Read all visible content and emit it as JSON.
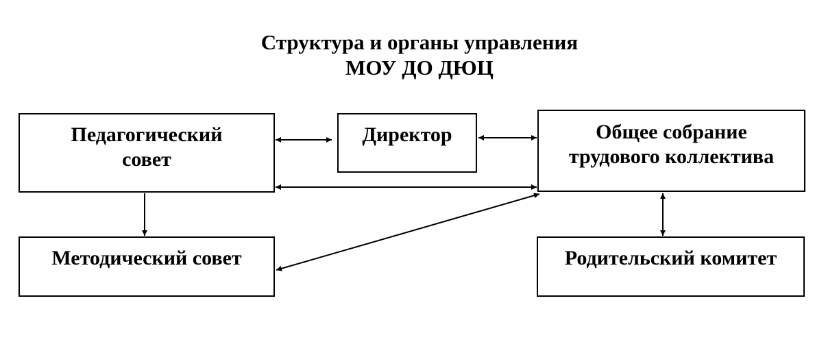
{
  "title": {
    "line1": "Структура и органы управления",
    "line2": "МОУ ДО ДЮЦ"
  },
  "nodes": {
    "pedagogical_council": "Педагогический\nсовет",
    "director": "Директор",
    "general_assembly": "Общее собрание\nтрудового коллектива",
    "methodical_council": "Методический совет",
    "parent_committee": "Родительский комитет"
  },
  "edges": [
    {
      "from": "pedagogical_council",
      "to": "director",
      "direction": "both"
    },
    {
      "from": "director",
      "to": "general_assembly",
      "direction": "both"
    },
    {
      "from": "pedagogical_council",
      "to": "general_assembly",
      "direction": "both"
    },
    {
      "from": "pedagogical_council",
      "to": "methodical_council",
      "direction": "forward"
    },
    {
      "from": "methodical_council",
      "to": "general_assembly",
      "direction": "both"
    },
    {
      "from": "general_assembly",
      "to": "parent_committee",
      "direction": "both"
    }
  ],
  "colors": {
    "line": "#000000",
    "background": "#ffffff"
  }
}
